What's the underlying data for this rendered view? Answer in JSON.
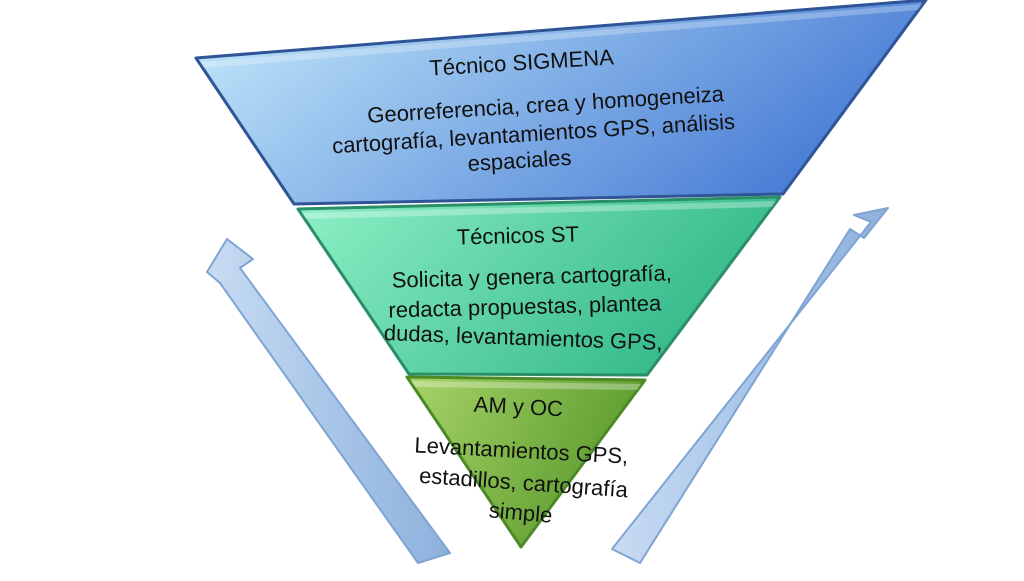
{
  "colors": {
    "level1_light": "#c6ebfb",
    "level1_dark": "#4b7fd6",
    "level2_light": "#8ef0c6",
    "level2_dark": "#34b98a",
    "level3_light": "#a8d468",
    "level3_dark": "#5a9a2e",
    "arrow_fill": "#a9c6e8",
    "arrow_stroke": "#8fb1dc"
  },
  "levels": [
    {
      "title": "Técnico SIGMENA",
      "description": [
        "Georreferencia, crea y homogeneiza",
        "cartografía, levantamientos GPS, análisis",
        "espaciales"
      ]
    },
    {
      "title": "Técnicos ST",
      "description": [
        "Solicita y genera cartografía,",
        "redacta propuestas, plantea",
        "dudas, levantamientos GPS,"
      ]
    },
    {
      "title": "AM y OC",
      "description": [
        "Levantamientos GPS,",
        "estadillos, cartografía",
        "simple"
      ]
    }
  ]
}
